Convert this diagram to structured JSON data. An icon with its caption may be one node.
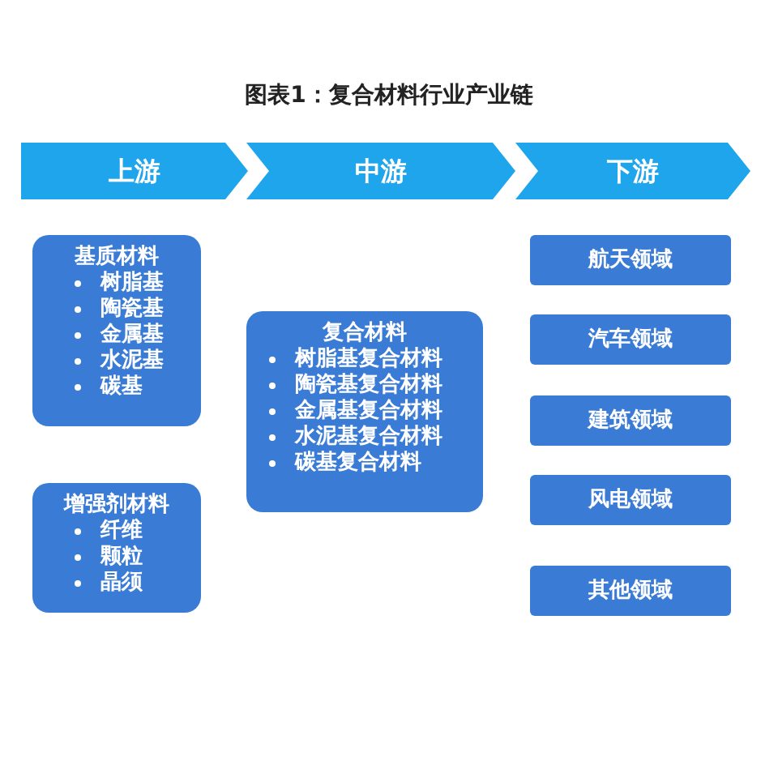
{
  "diagram": {
    "title": "图表1：复合材料行业产业链",
    "nodes": [
      {
        "text": [
          "上游"
        ]
      },
      {
        "text": [
          "中游"
        ]
      },
      {
        "text": [
          "下游"
        ]
      },
      {
        "text": [
          "基质材料",
          "树脂基",
          "陶瓷基",
          "金属基",
          "水泥基",
          "碳基"
        ]
      },
      {
        "text": [
          "增强剂材料",
          "纤维",
          "颗粒",
          "晶须"
        ]
      },
      {
        "text": [
          "复合材料",
          "树脂基复合材料",
          "陶瓷基复合材料",
          "金属基复合材料",
          "水泥基复合材料",
          "碳基复合材料"
        ]
      },
      {
        "text": [
          "航天领域"
        ]
      },
      {
        "text": [
          "汽车领域"
        ]
      },
      {
        "text": [
          "建筑领域"
        ]
      },
      {
        "text": [
          "风电领域"
        ]
      },
      {
        "text": [
          "其他领域"
        ]
      }
    ],
    "edges": []
  }
}
